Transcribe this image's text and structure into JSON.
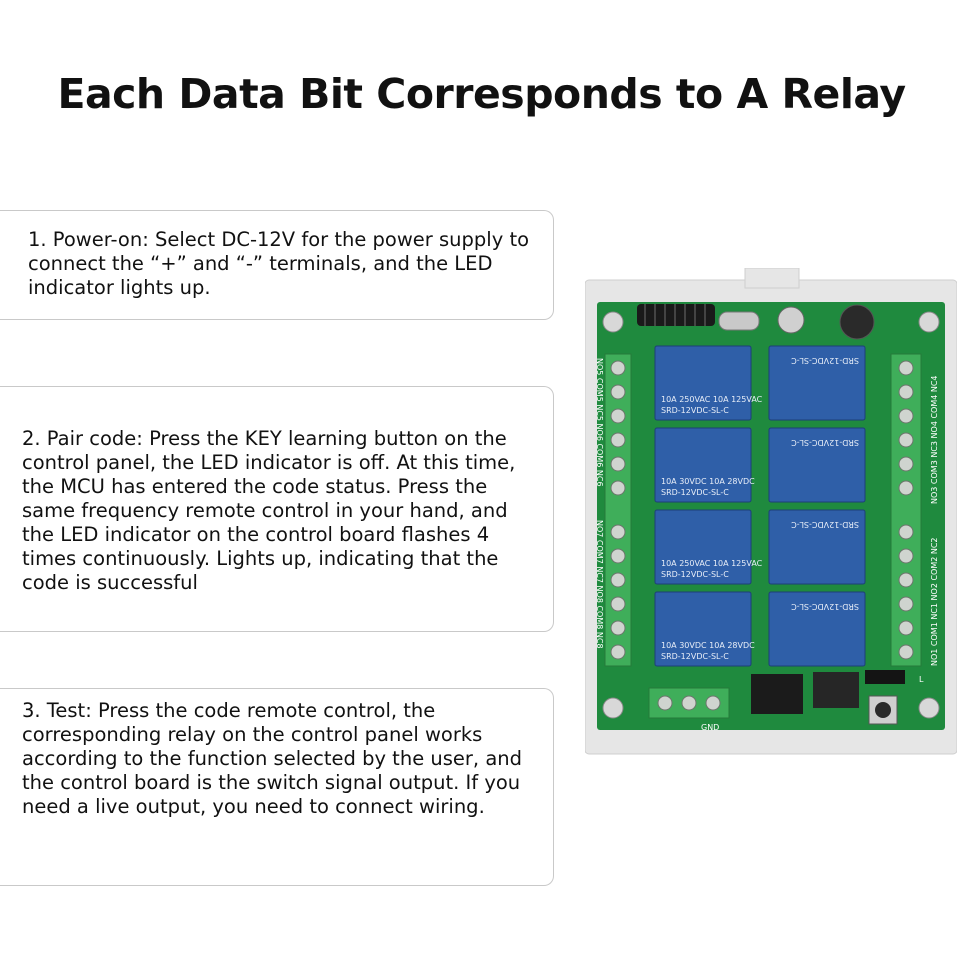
{
  "title": "Each Data Bit Corresponds to A Relay",
  "steps": [
    {
      "text": "1. Power-on: Select DC-12V for the power supply to connect the “+” and “-” terminals, and the LED indicator lights up."
    },
    {
      "text": "2. Pair code: Press the KEY learning button on the control panel, the LED indicator is off. At this time, the MCU has entered the code status. Press the same frequency remote control in your hand, and the LED indicator on the control board flashes 4 times continuously. Lights up, indicating that the code is successful"
    },
    {
      "text": "3. Test: Press the code remote control, the corresponding relay on the control panel works according to the function selected by the user, and the control board is the switch signal output. If you need a live output, you need to connect wiring."
    }
  ],
  "board": {
    "relay_model": "SRD-12VDC-SL-C",
    "relay_rating_1": "10A 250VAC  10A 125VAC",
    "relay_rating_2": "10A 30VDC  10A 28VDC",
    "left_terminals_top": "NO5 COM5 NC5 NO6 COM6 NC6",
    "left_terminals_bottom": "NO7 COM7 NC7 NO8 COM8 NC8",
    "right_terminals_top": "NO3 COM3 NC3 NO4 COM4 NC4",
    "right_terminals_bottom": "NO1 COM1 NC1 NO2 COM2 NC2",
    "power_label": "GND",
    "jumper_label": "L",
    "colors": {
      "pcb": "#1f8a3e",
      "relay": "#2f5fa8",
      "terminal": "#3fae5a",
      "frame": "#e9e9e9"
    }
  }
}
